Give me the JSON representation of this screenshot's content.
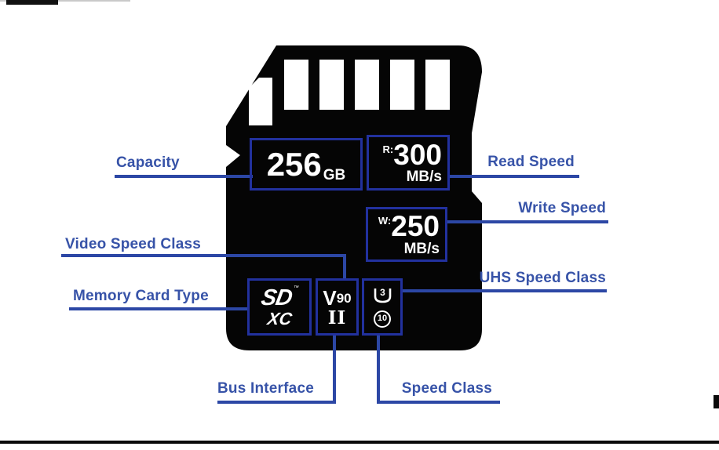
{
  "card": {
    "capacity_value": "256",
    "capacity_unit": "GB",
    "read_prefix": "R:",
    "read_value": "300",
    "read_unit": "MB/s",
    "write_prefix": "W:",
    "write_value": "250",
    "write_unit": "MB/s",
    "type_line1": "SD",
    "type_tm": "™",
    "type_line2": "XC",
    "video_class_letter": "V",
    "video_class_number": "90",
    "bus_interface": "II",
    "uhs_class": "3",
    "speed_class": "10"
  },
  "labels": {
    "capacity": "Capacity",
    "read_speed": "Read Speed",
    "write_speed": "Write Speed",
    "video_speed_class": "Video Speed Class",
    "uhs_speed_class": "UHS Speed Class",
    "memory_card_type": "Memory Card Type",
    "bus_interface": "Bus Interface",
    "speed_class": "Speed Class"
  },
  "colors": {
    "label_blue": "#3753a8",
    "line_blue": "#2c47a5",
    "box_border_blue": "#22319e",
    "card_black": "#050505",
    "pin_white": "#ffffff"
  }
}
